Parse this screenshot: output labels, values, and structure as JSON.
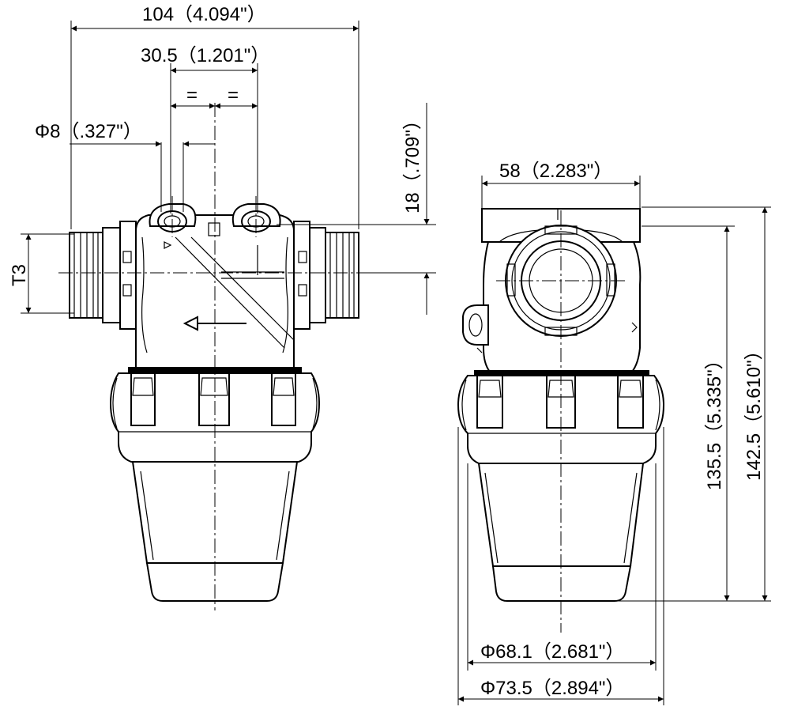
{
  "dimensions": {
    "overall_width": "104（4.094\"）",
    "port_spacing": "30.5（1.201\"）",
    "equal_left": "=",
    "equal_right": "=",
    "hole_diameter": "Φ8（.327\"）",
    "port_height": "18（.709\"）",
    "thread_label": "T3",
    "side_width": "58（2.283\"）",
    "height_inner": "135.5（5.335\"）",
    "height_total": "142.5（5.610\"）",
    "diameter_inner": "Φ68.1（2.681\"）",
    "diameter_outer": "Φ73.5（2.894\"）"
  }
}
